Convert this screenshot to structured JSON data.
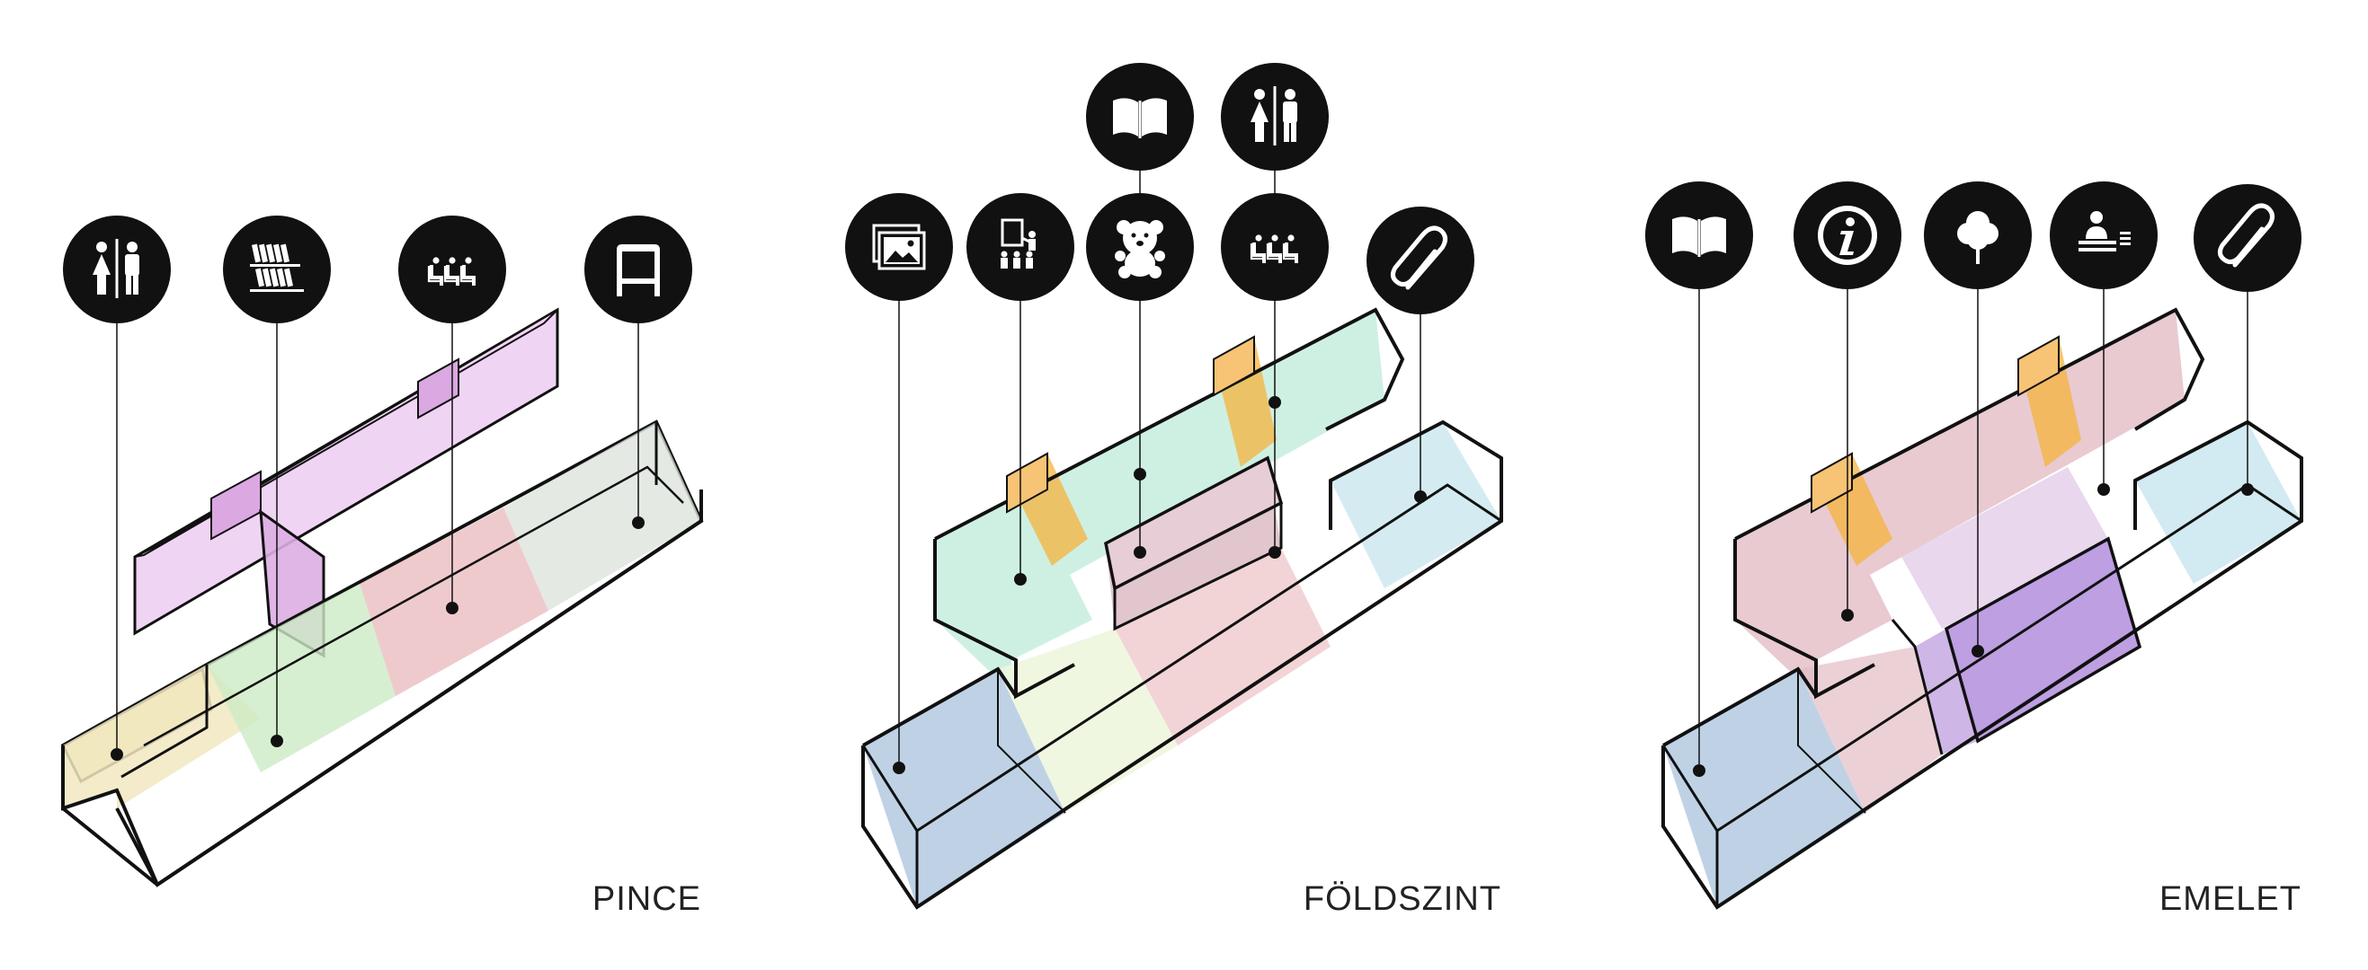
{
  "colors": {
    "outline": "#111111",
    "icon_bg": "#111111",
    "icon_fg": "#ffffff",
    "toilet_purple": "#e6b8ec",
    "storage_yellow": "#f1e8c0",
    "exhibition_green": "#cdebc6",
    "seating_red": "#e9b8bc",
    "maker_gray": "#dde3dd",
    "gallery_blue": "#b8cde2",
    "education_mint": "#bdebd9",
    "kids_mauve": "#d9b8c2",
    "lobby_pale": "#eef6dd",
    "craft_cyan": "#cde8ef",
    "stair_orange": "#f6b33c",
    "reading_rose": "#e2bdc4",
    "garden_lilac": "#e4cde8",
    "hall_purple": "#b99ae0"
  },
  "levels": [
    {
      "label": "PINCE",
      "icons": [
        "toilet-icon",
        "bookshelf-icon",
        "waiting-seats-icon",
        "locker-icon"
      ]
    },
    {
      "label": "FÖLDSZINT",
      "icons": [
        "gallery-image-icon",
        "presentation-icon",
        "open-book-icon",
        "teddy-bear-icon",
        "toilet-icon",
        "waiting-seats-icon",
        "paperclip-icon"
      ]
    },
    {
      "label": "EMELET",
      "icons": [
        "open-book-icon",
        "info-icon",
        "tree-icon",
        "reception-desk-icon",
        "paperclip-icon"
      ]
    }
  ]
}
